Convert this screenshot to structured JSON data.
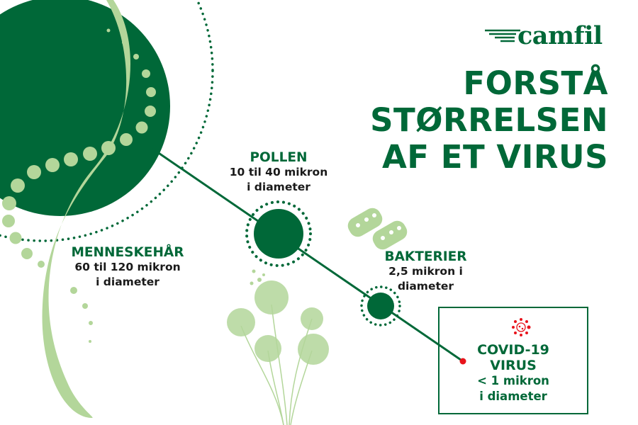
{
  "brand": {
    "logo_text": "camfil"
  },
  "title": {
    "lines": [
      "FORSTÅ",
      "STØRRELSEN",
      "AF ET VIRUS"
    ]
  },
  "items": {
    "hair": {
      "name": "MENNESKEHÅR",
      "size": "60 til 120 mikron",
      "unit": "i diameter"
    },
    "pollen": {
      "name": "POLLEN",
      "size": "10 til 40 mikron",
      "unit": "i diameter"
    },
    "bacteria": {
      "name": "BAKTERIER",
      "size": "2,5 mikron i",
      "unit": "diameter"
    },
    "virus": {
      "name_line1": "COVID-19",
      "name_line2": "VIRUS",
      "size": "< 1 mikron",
      "unit": "i diameter"
    }
  },
  "colors": {
    "dark_green": "#006838",
    "light_green": "#b3d69a",
    "virus_red": "#e8131b"
  }
}
